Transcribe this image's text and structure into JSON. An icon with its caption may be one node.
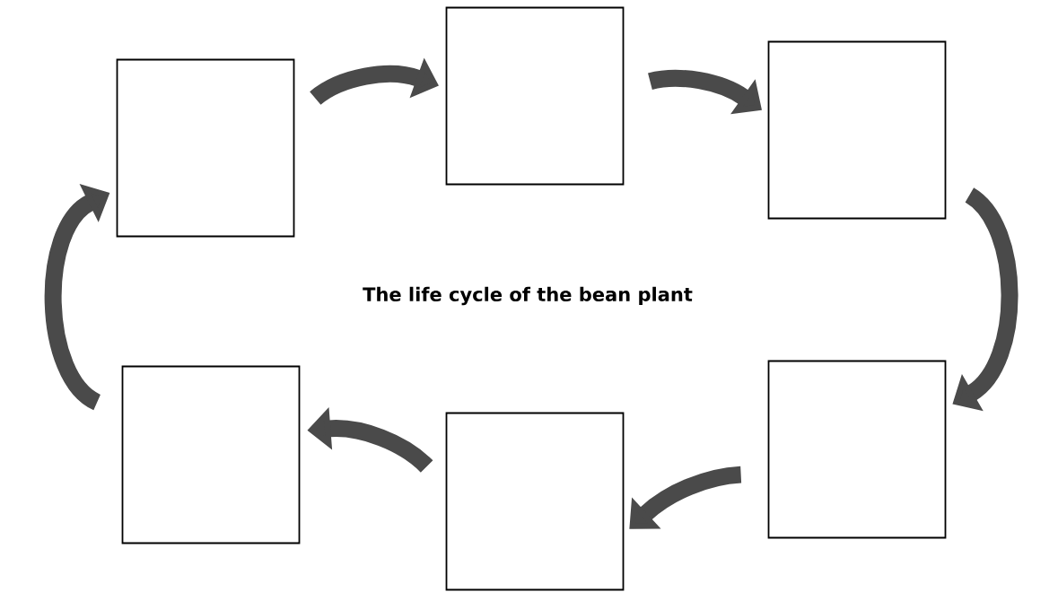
{
  "diagram": {
    "title": "The life cycle of the bean plant",
    "nodes": [
      {
        "text": [],
        "shape": "box"
      },
      {
        "text": [],
        "shape": "box"
      },
      {
        "text": [],
        "shape": "box"
      },
      {
        "text": [],
        "shape": "box"
      },
      {
        "text": [],
        "shape": "box"
      },
      {
        "text": [],
        "shape": "box"
      }
    ],
    "edges": [
      {
        "from": 0,
        "to": 1,
        "arrow": "to"
      },
      {
        "from": 1,
        "to": 2,
        "arrow": "to"
      },
      {
        "from": 2,
        "to": 3,
        "arrow": "to"
      },
      {
        "from": 3,
        "to": 4,
        "arrow": "to"
      },
      {
        "from": 4,
        "to": 5,
        "arrow": "to"
      },
      {
        "from": 5,
        "to": 0,
        "arrow": "to"
      }
    ]
  }
}
